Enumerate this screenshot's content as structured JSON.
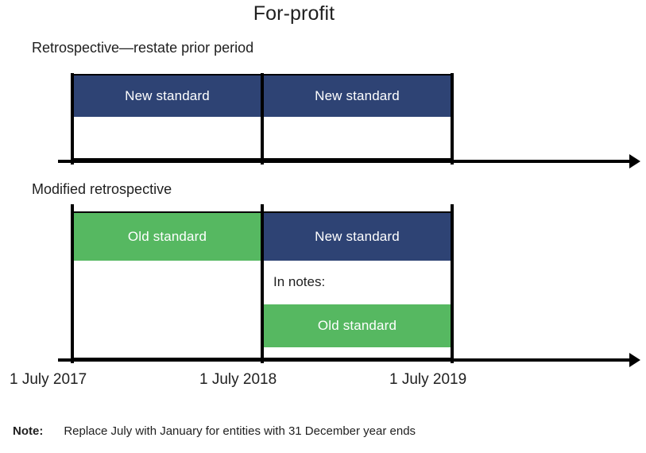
{
  "title": "For-profit",
  "sections": [
    {
      "caption": "Retrospective—restate prior period",
      "bars": [
        {
          "label": "New standard",
          "kind": "new"
        },
        {
          "label": "New standard",
          "kind": "new"
        }
      ]
    },
    {
      "caption": "Modified retrospective",
      "bars": [
        {
          "label": "Old standard",
          "kind": "old"
        },
        {
          "label": "New standard",
          "kind": "new"
        }
      ],
      "notes_label": "In notes:",
      "notes_bar": {
        "label": "Old standard",
        "kind": "old"
      }
    }
  ],
  "axis": {
    "dates": [
      "1 July 2017",
      "1 July 2018",
      "1 July 2019"
    ]
  },
  "footnote": {
    "label": "Note:",
    "text": "Replace July with January for entities with 31 December year ends"
  },
  "colors": {
    "new_standard": "#2E4374",
    "old_standard": "#56B861",
    "axis": "#000000",
    "text": "#1f1f1f",
    "background": "#ffffff"
  },
  "chart_data": {
    "type": "table",
    "title": "For-profit",
    "xlabel": "",
    "ylabel": "",
    "categories": [
      "1 July 2017",
      "1 July 2018",
      "1 July 2019"
    ],
    "series": [
      {
        "name": "Retrospective—restate prior period",
        "values": [
          "New standard",
          "New standard"
        ]
      },
      {
        "name": "Modified retrospective",
        "values": [
          "Old standard",
          "New standard"
        ]
      },
      {
        "name": "Modified retrospective — In notes:",
        "values": [
          "",
          "Old standard"
        ]
      }
    ]
  }
}
